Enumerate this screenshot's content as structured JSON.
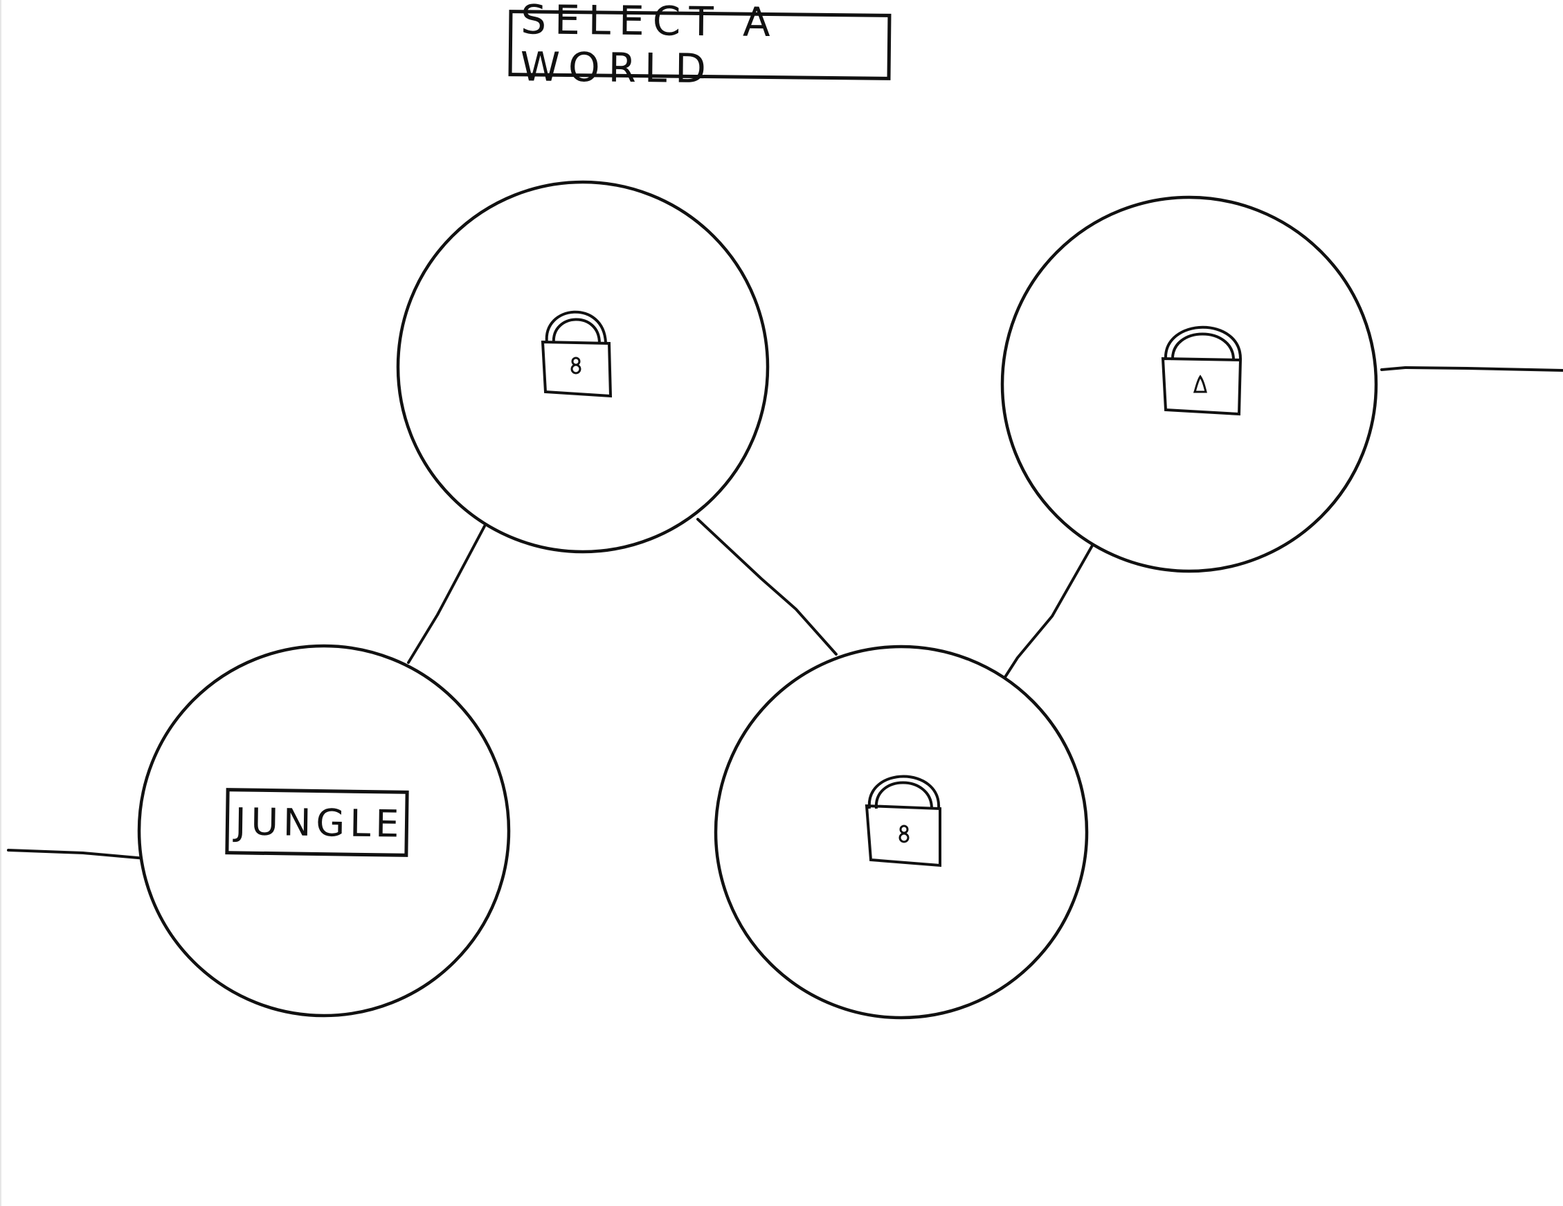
{
  "screen": {
    "title": "SELECT A WORLD"
  },
  "worlds": [
    {
      "id": "jungle",
      "label": "JUNGLE",
      "locked": false
    },
    {
      "id": "world-top",
      "label": "",
      "locked": true
    },
    {
      "id": "world-bottom-middle",
      "label": "",
      "locked": true
    },
    {
      "id": "world-top-right",
      "label": "",
      "locked": true
    }
  ],
  "colors": {
    "ink": "#111111",
    "background": "#ffffff"
  },
  "icons": {
    "locked_world": "padlock-icon"
  }
}
